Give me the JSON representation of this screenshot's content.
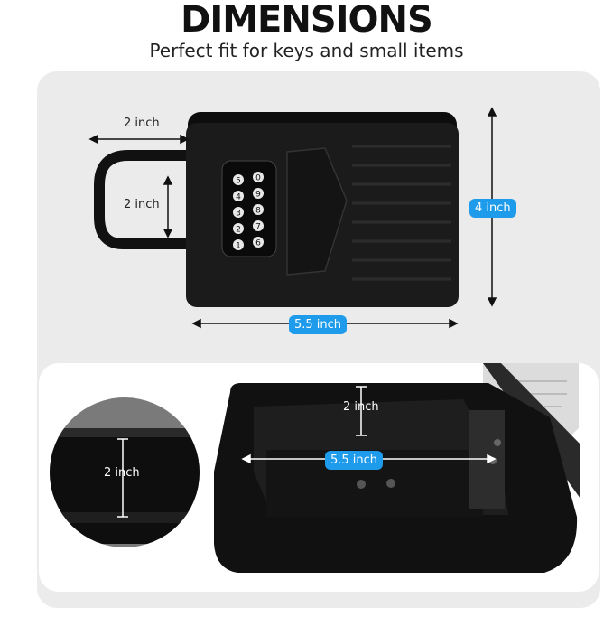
{
  "header": {
    "title": "DIMENSIONS",
    "subtitle": "Perfect fit for keys and small items"
  },
  "top_view": {
    "width_label": "2 inch",
    "shackle_label": "2 inch",
    "height_label": "4 inch",
    "length_label": "5.5 inch",
    "keypad_digits": [
      "0",
      "5",
      "9",
      "4",
      "8",
      "3",
      "7",
      "2",
      "6",
      "1"
    ]
  },
  "open_view": {
    "depth_label": "2 inch",
    "inner_length_label": "5.5 inch",
    "side_depth_label": "2 inch"
  },
  "colors": {
    "accent": "#1e9bea",
    "body": "#151515",
    "panel": "#ebebeb"
  }
}
